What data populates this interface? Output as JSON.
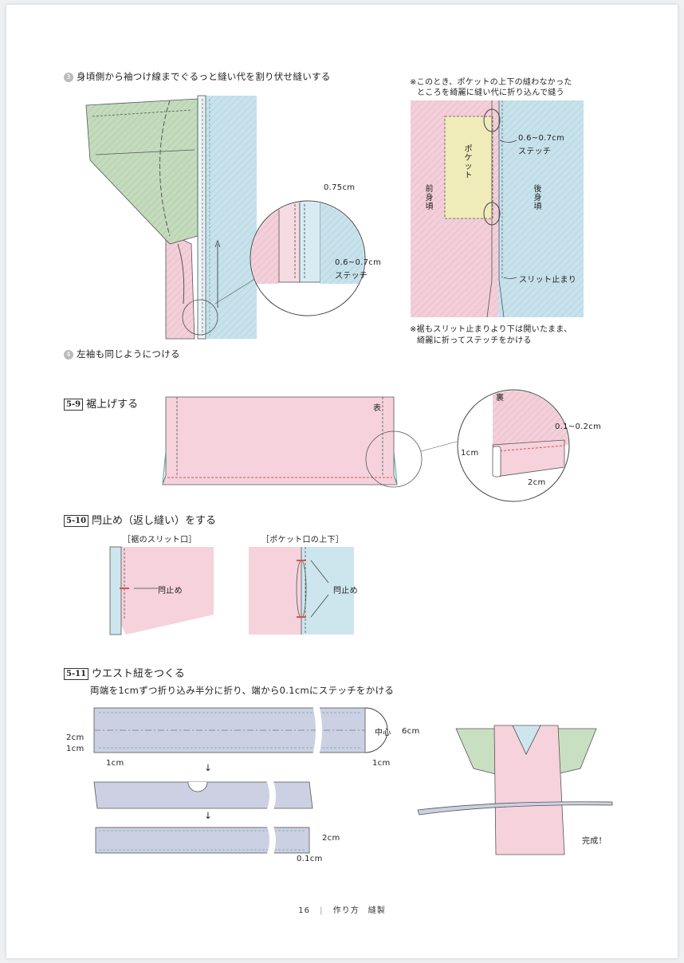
{
  "step3": {
    "num": "3",
    "text": "身頃側から袖つけ線までぐるっと縫い代を割り伏せ縫いする"
  },
  "step3_labels": {
    "seam": "0.75cm",
    "stitch_size": "0.6~0.7cm",
    "stitch": "ステッチ"
  },
  "note_top": {
    "line1": "※このとき、ポケットの上下の縫わなかった",
    "line2": "ところを綺麗に縫い代に折り込んで縫う"
  },
  "pocket_fig": {
    "stitch_size": "0.6~0.7cm",
    "stitch": "ステッチ",
    "pocket": "ポケット",
    "front": "前身頃",
    "back": "後身頃",
    "slit_end": "スリット止まり"
  },
  "note_bottom": {
    "line1": "※裾もスリット止まりより下は開いたまま、",
    "line2": "綺麗に折ってステッチをかける"
  },
  "step4": {
    "num": "4",
    "text": "左袖も同じようにつける"
  },
  "sec59": {
    "num": "5-9",
    "title": "裾上げする",
    "front_side": "表",
    "back_side": "裏",
    "d1": "0.1~0.2cm",
    "d2": "1cm",
    "d3": "2cm"
  },
  "sec510": {
    "num": "5-10",
    "title": "閂止め（返し縫い）をする",
    "cap1": "［裾のスリット口］",
    "cap2": "［ポケット口の上下］",
    "label": "閂止め"
  },
  "sec511": {
    "num": "5-11",
    "title": "ウエスト紐をつくる",
    "desc": "両端を1cmずつ折り込み半分に折り、端から0.1cmにステッチをかける",
    "d2cm": "2cm",
    "d1cm": "1cm",
    "left1cm": "1cm",
    "right1cm": "1cm",
    "center": "中心",
    "d6cm": "6cm",
    "arrow": "↓",
    "b2cm": "2cm",
    "b01cm": "0.1cm",
    "done": "完成！"
  },
  "footer": {
    "page": "16",
    "sep": "|",
    "title": "作り方　縫製"
  },
  "colors": {
    "pink": "#f5d2dc",
    "blue": "#cde6ee",
    "green": "#c9dfc2",
    "lavender": "#ccd0e3",
    "yellow": "#f0edba",
    "stitch_red": "#d9534f"
  }
}
